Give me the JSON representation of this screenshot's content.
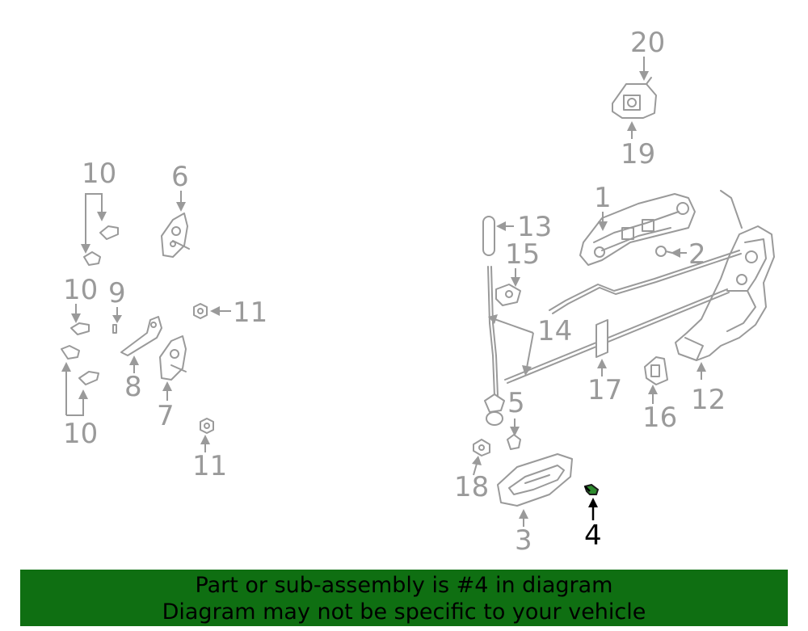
{
  "diagram": {
    "callouts": {
      "c1": "1",
      "c2": "2",
      "c3": "3",
      "c4": "4",
      "c5": "5",
      "c6": "6",
      "c7": "7",
      "c8": "8",
      "c9": "9",
      "c10a": "10",
      "c10b": "10",
      "c10c": "10",
      "c11a": "11",
      "c11b": "11",
      "c12": "12",
      "c13": "13",
      "c14": "14",
      "c15": "15",
      "c16": "16",
      "c17": "17",
      "c18": "18",
      "c19": "19",
      "c20": "20"
    },
    "highlight_color": "#2e8b2e",
    "highlighted_part": "4"
  },
  "banner": {
    "line1": "Part or sub-assembly is #4 in diagram",
    "line2": "Diagram may not be specific to your vehicle",
    "background": "#0f6f12"
  }
}
